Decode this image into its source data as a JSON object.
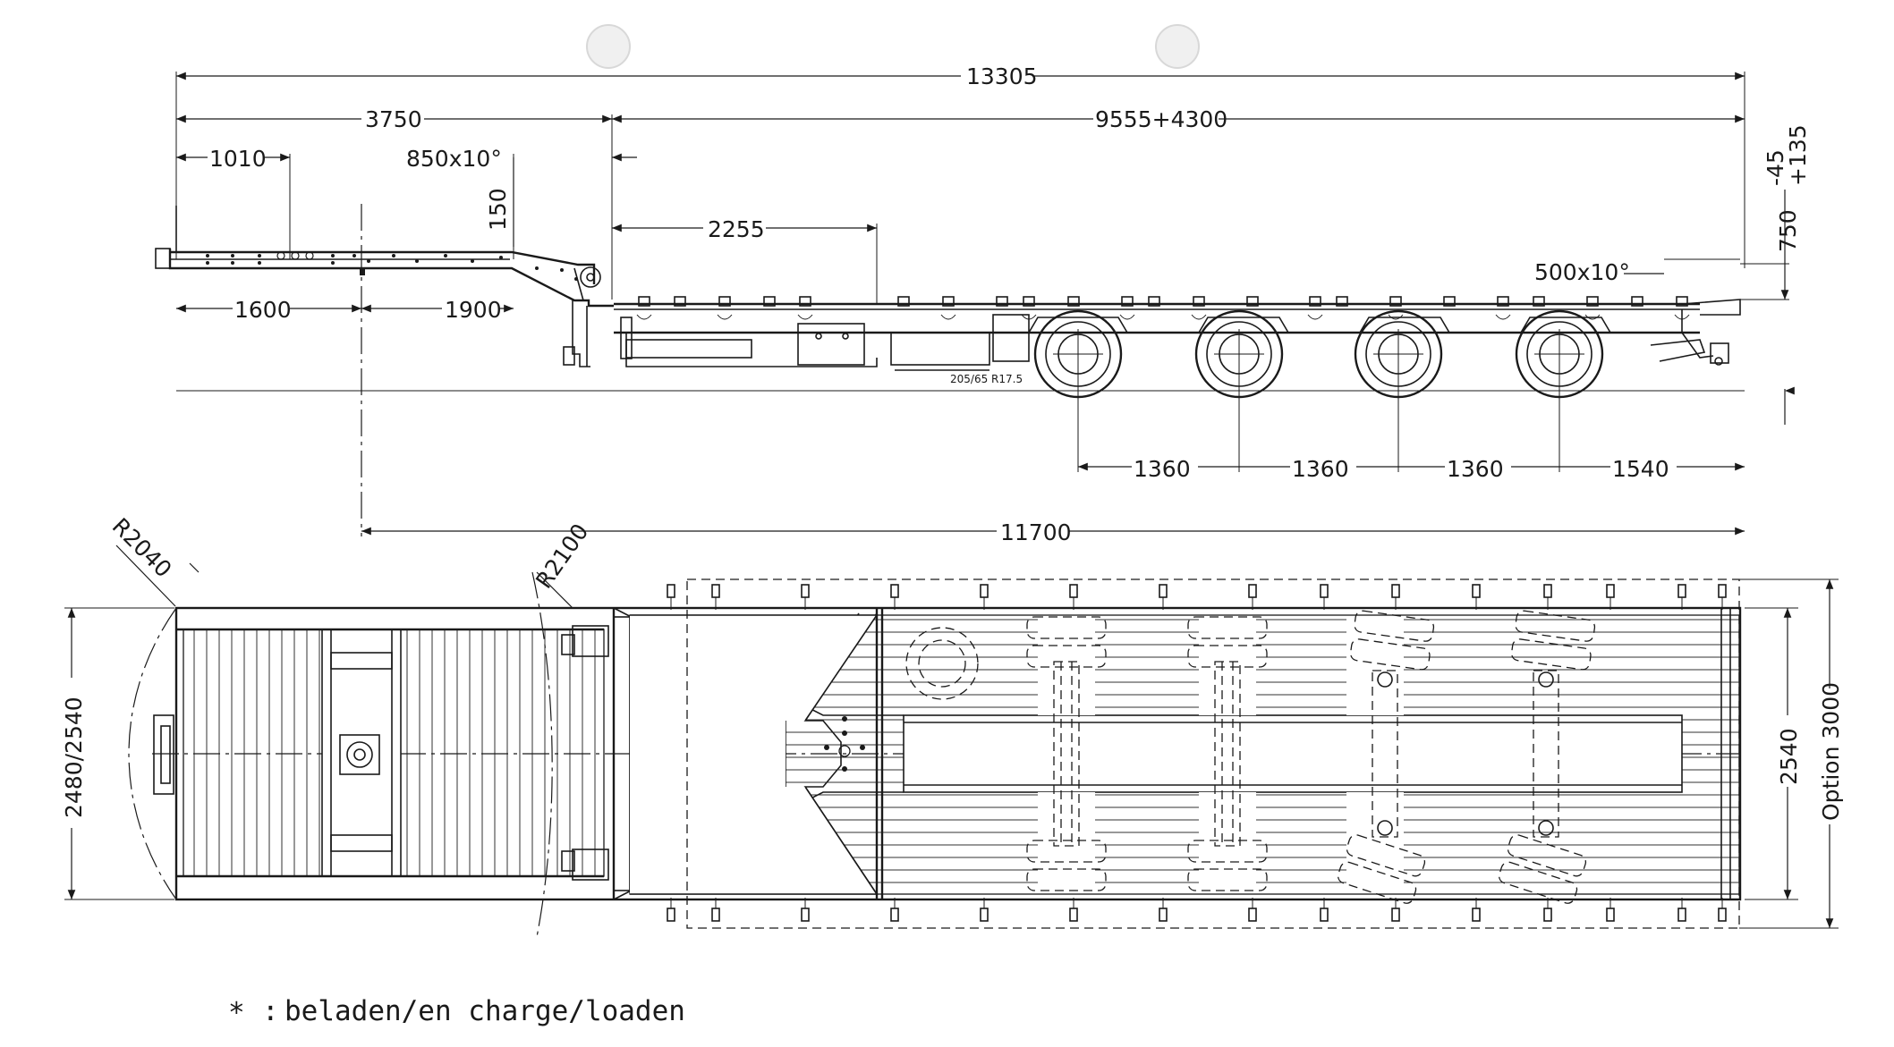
{
  "side_view": {
    "dim_total": "13305",
    "dim_neck": "3750",
    "dim_deck": "9555+4300",
    "dim_front": "1010",
    "dim_ramp": "850x10°",
    "dim_150": "150",
    "dim_2255": "2255",
    "dim_1600": "1600",
    "dim_1900": "1900",
    "dim_rear_ramp": "500x10°",
    "dim_750": "750",
    "dim_tol_minus": "-45",
    "dim_tol_plus": "+135",
    "tire_label": "205/65 R17.5",
    "axle_spacings": [
      "1360",
      "1360",
      "1360",
      "1540"
    ],
    "dim_11700": "11700"
  },
  "top_view": {
    "radius_front": "R2040",
    "radius_kingpin": "R2100",
    "width_front": "2480/2540",
    "width_rear": "2540",
    "width_option": "Option 3000"
  },
  "footnote": {
    "marker": "*",
    "separator": ":",
    "text": "beladen/en charge/loaden"
  }
}
